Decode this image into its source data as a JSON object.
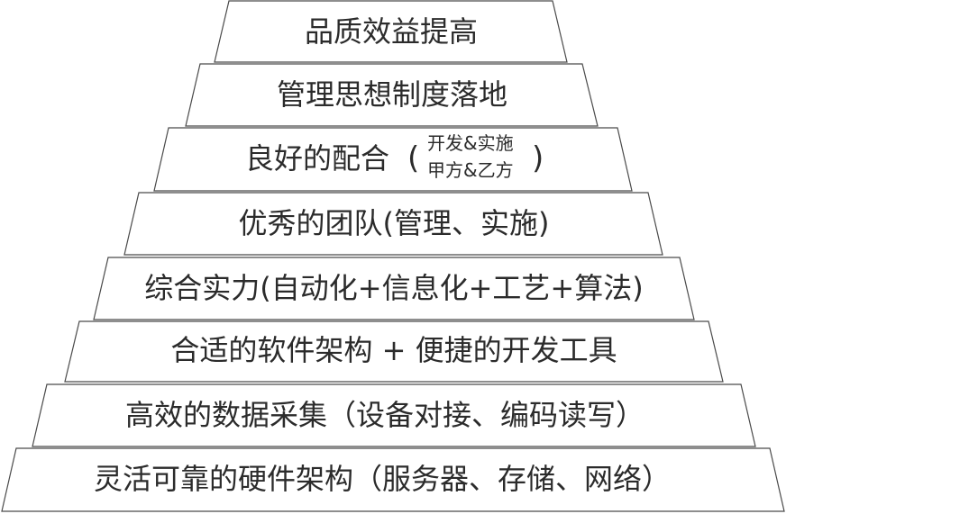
{
  "pyramid": {
    "tiers": [
      {
        "label": "品质效益提高"
      },
      {
        "label": "管理思想制度落地"
      },
      {
        "label": "良好的配合",
        "sub_top": "开发&实施",
        "sub_bottom": "甲方&乙方"
      },
      {
        "label": "优秀的团队(管理、实施)"
      },
      {
        "label": "综合实力(自动化+信息化+工艺+算法)"
      },
      {
        "label": "合适的软件架构 + 便捷的开发工具"
      },
      {
        "label": "高效的数据采集（设备对接、编码读写）"
      },
      {
        "label": "灵活可靠的硬件架构（服务器、存储、网络）"
      }
    ],
    "colors": {
      "outline": "#4a4a4a",
      "fill": "#ffffff",
      "text": "#2b2b2b"
    }
  }
}
